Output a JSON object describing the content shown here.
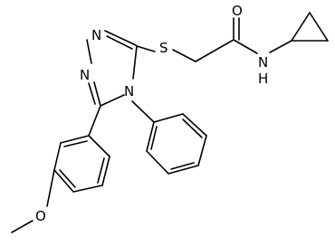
{
  "molecule": {
    "atoms": {
      "oxygen_carbonyl": "O",
      "amide_nitrogen": "N",
      "amide_hydrogen": "H",
      "sulfur": "S",
      "triazole_n1": "N",
      "triazole_n2": "N",
      "triazole_n4": "N",
      "methoxy_oxygen": "O"
    }
  }
}
